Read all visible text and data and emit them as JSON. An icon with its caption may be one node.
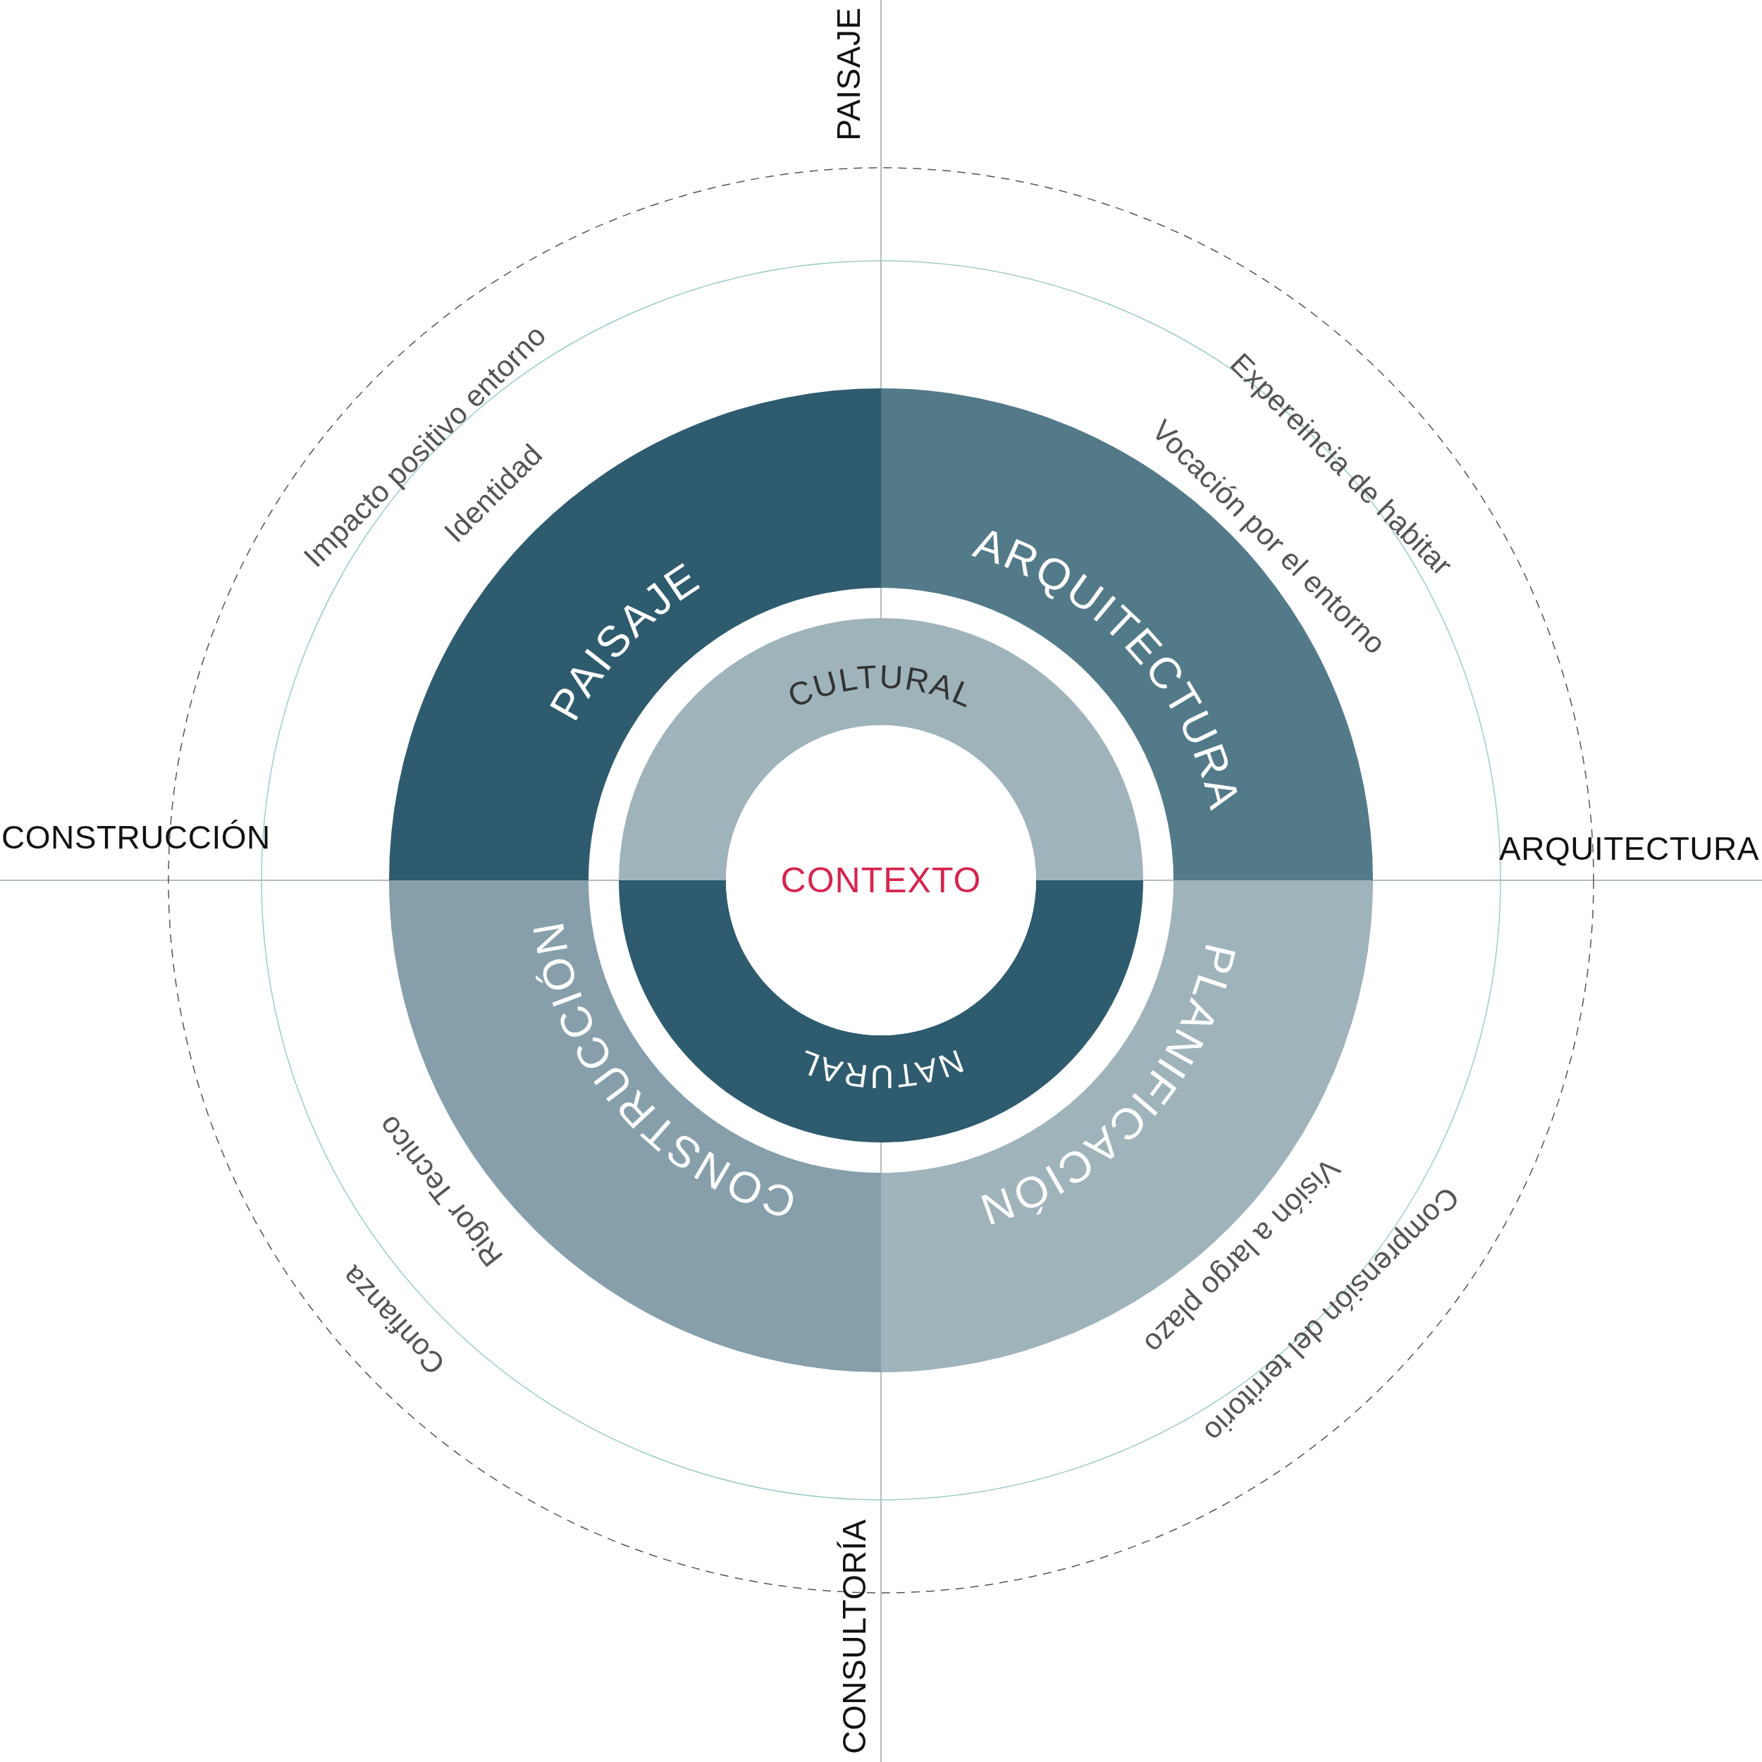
{
  "diagram": {
    "nodes": [
      {
        "text": [
          "PAISAJE"
        ]
      },
      {
        "text": [
          "ARQUITECTURA"
        ]
      },
      {
        "text": [
          "CULTURAL"
        ]
      },
      {
        "text": [
          "CONTEXTO"
        ]
      },
      {
        "text": [
          "NATURAL"
        ]
      },
      {
        "text": [
          "CONSTRUCCIÓN"
        ]
      },
      {
        "text": [
          "PLANIFICACIÓN"
        ]
      }
    ],
    "labels": [
      "PAISAJE",
      "Impacto positivo entorno",
      "Expereincia de habitar",
      "Identidad",
      "Vocación por el entorno",
      "CONSTRUCCIÓN",
      "ARQUITECTURA",
      "Rigor Tecnico",
      "Visión a largo plazo",
      "Confianza",
      "Comprensión del territorio",
      "CONSULTORÍA"
    ]
  }
}
